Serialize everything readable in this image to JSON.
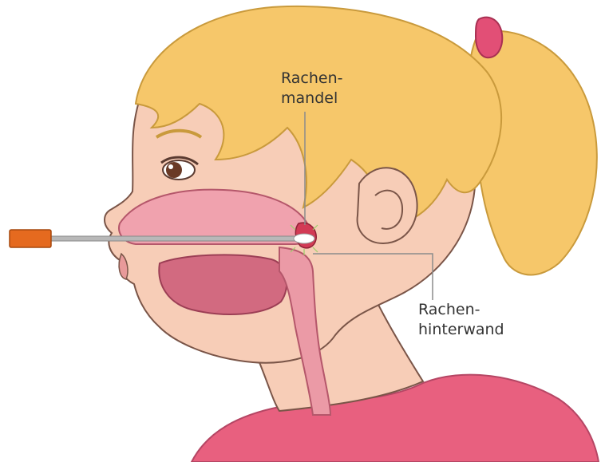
{
  "labels": {
    "rachenmandel": {
      "line1": "Rachen-",
      "line2": "mandel"
    },
    "rachenhinterwand": {
      "line1": "Rachen-",
      "line2": "hinterwand"
    }
  },
  "colors": {
    "hair": "#f6c76a",
    "hair_outline": "#c99a3c",
    "skin": "#f7cdb7",
    "skin_outline": "#7a5548",
    "shirt": "#e8607f",
    "hair_tie": "#e24f76",
    "nasal_cavity": "#f0a2ae",
    "mouth_cavity": "#d26a80",
    "throat": "#eb9aa6",
    "tonsil": "#d23a55",
    "swab_handle": "#e56a1f",
    "swab_stick": "#b8b8b8",
    "leader_line": "#8c8c8c"
  },
  "icons": {
    "swab": "swab-icon"
  }
}
